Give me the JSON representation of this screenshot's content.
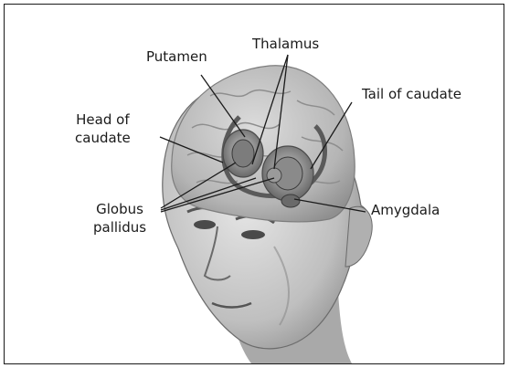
{
  "figure": {
    "labels": {
      "thalamus": "Thalamus",
      "putamen": "Putamen",
      "tail_of_caudate": "Tail of caudate",
      "head_of_caudate": [
        "Head of",
        "caudate"
      ],
      "globus_pallidus": [
        "Globus",
        "pallidus"
      ],
      "amygdala": "Amygdala"
    }
  },
  "colors": {
    "frame": "#1a1a1a",
    "skin": "#d9d9d9",
    "brain": "#bdbdbd",
    "structures": "#8a8a8a"
  }
}
